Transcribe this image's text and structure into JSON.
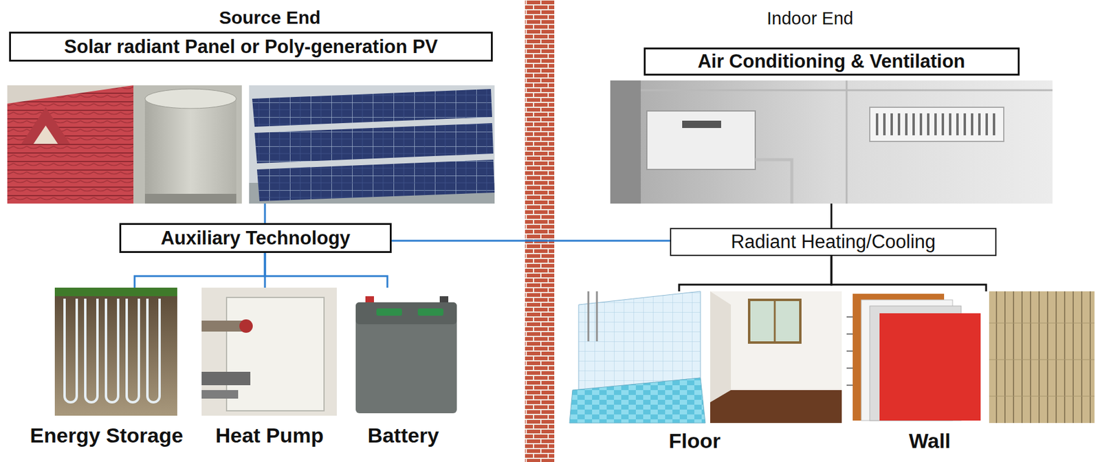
{
  "diagram": {
    "nodes": [
      {
        "text": [
          "Solar radiant Panel or Poly-generation PV"
        ]
      },
      {
        "text": [
          "Auxiliary Technology"
        ]
      },
      {
        "text": [
          "Energy Storage"
        ]
      },
      {
        "text": [
          "Heat Pump"
        ]
      },
      {
        "text": [
          "Battery"
        ]
      },
      {
        "text": [
          "Air Conditioning & Ventilation"
        ]
      },
      {
        "text": [
          "Radiant Heating/Cooling"
        ]
      },
      {
        "text": [
          "Floor"
        ]
      },
      {
        "text": [
          "Wall"
        ]
      }
    ],
    "edges": [
      {
        "from": 0,
        "to": 1,
        "arrow": "none"
      },
      {
        "from": 1,
        "to": 2,
        "arrow": "none"
      },
      {
        "from": 1,
        "to": 3,
        "arrow": "none"
      },
      {
        "from": 1,
        "to": 4,
        "arrow": "none"
      },
      {
        "from": 1,
        "to": 6,
        "arrow": "none"
      },
      {
        "from": 5,
        "to": 6,
        "arrow": "none"
      },
      {
        "from": 6,
        "to": 7,
        "arrow": "none"
      },
      {
        "from": 6,
        "to": 8,
        "arrow": "none"
      }
    ],
    "labels": [
      "Source End",
      "Indoor End"
    ]
  }
}
